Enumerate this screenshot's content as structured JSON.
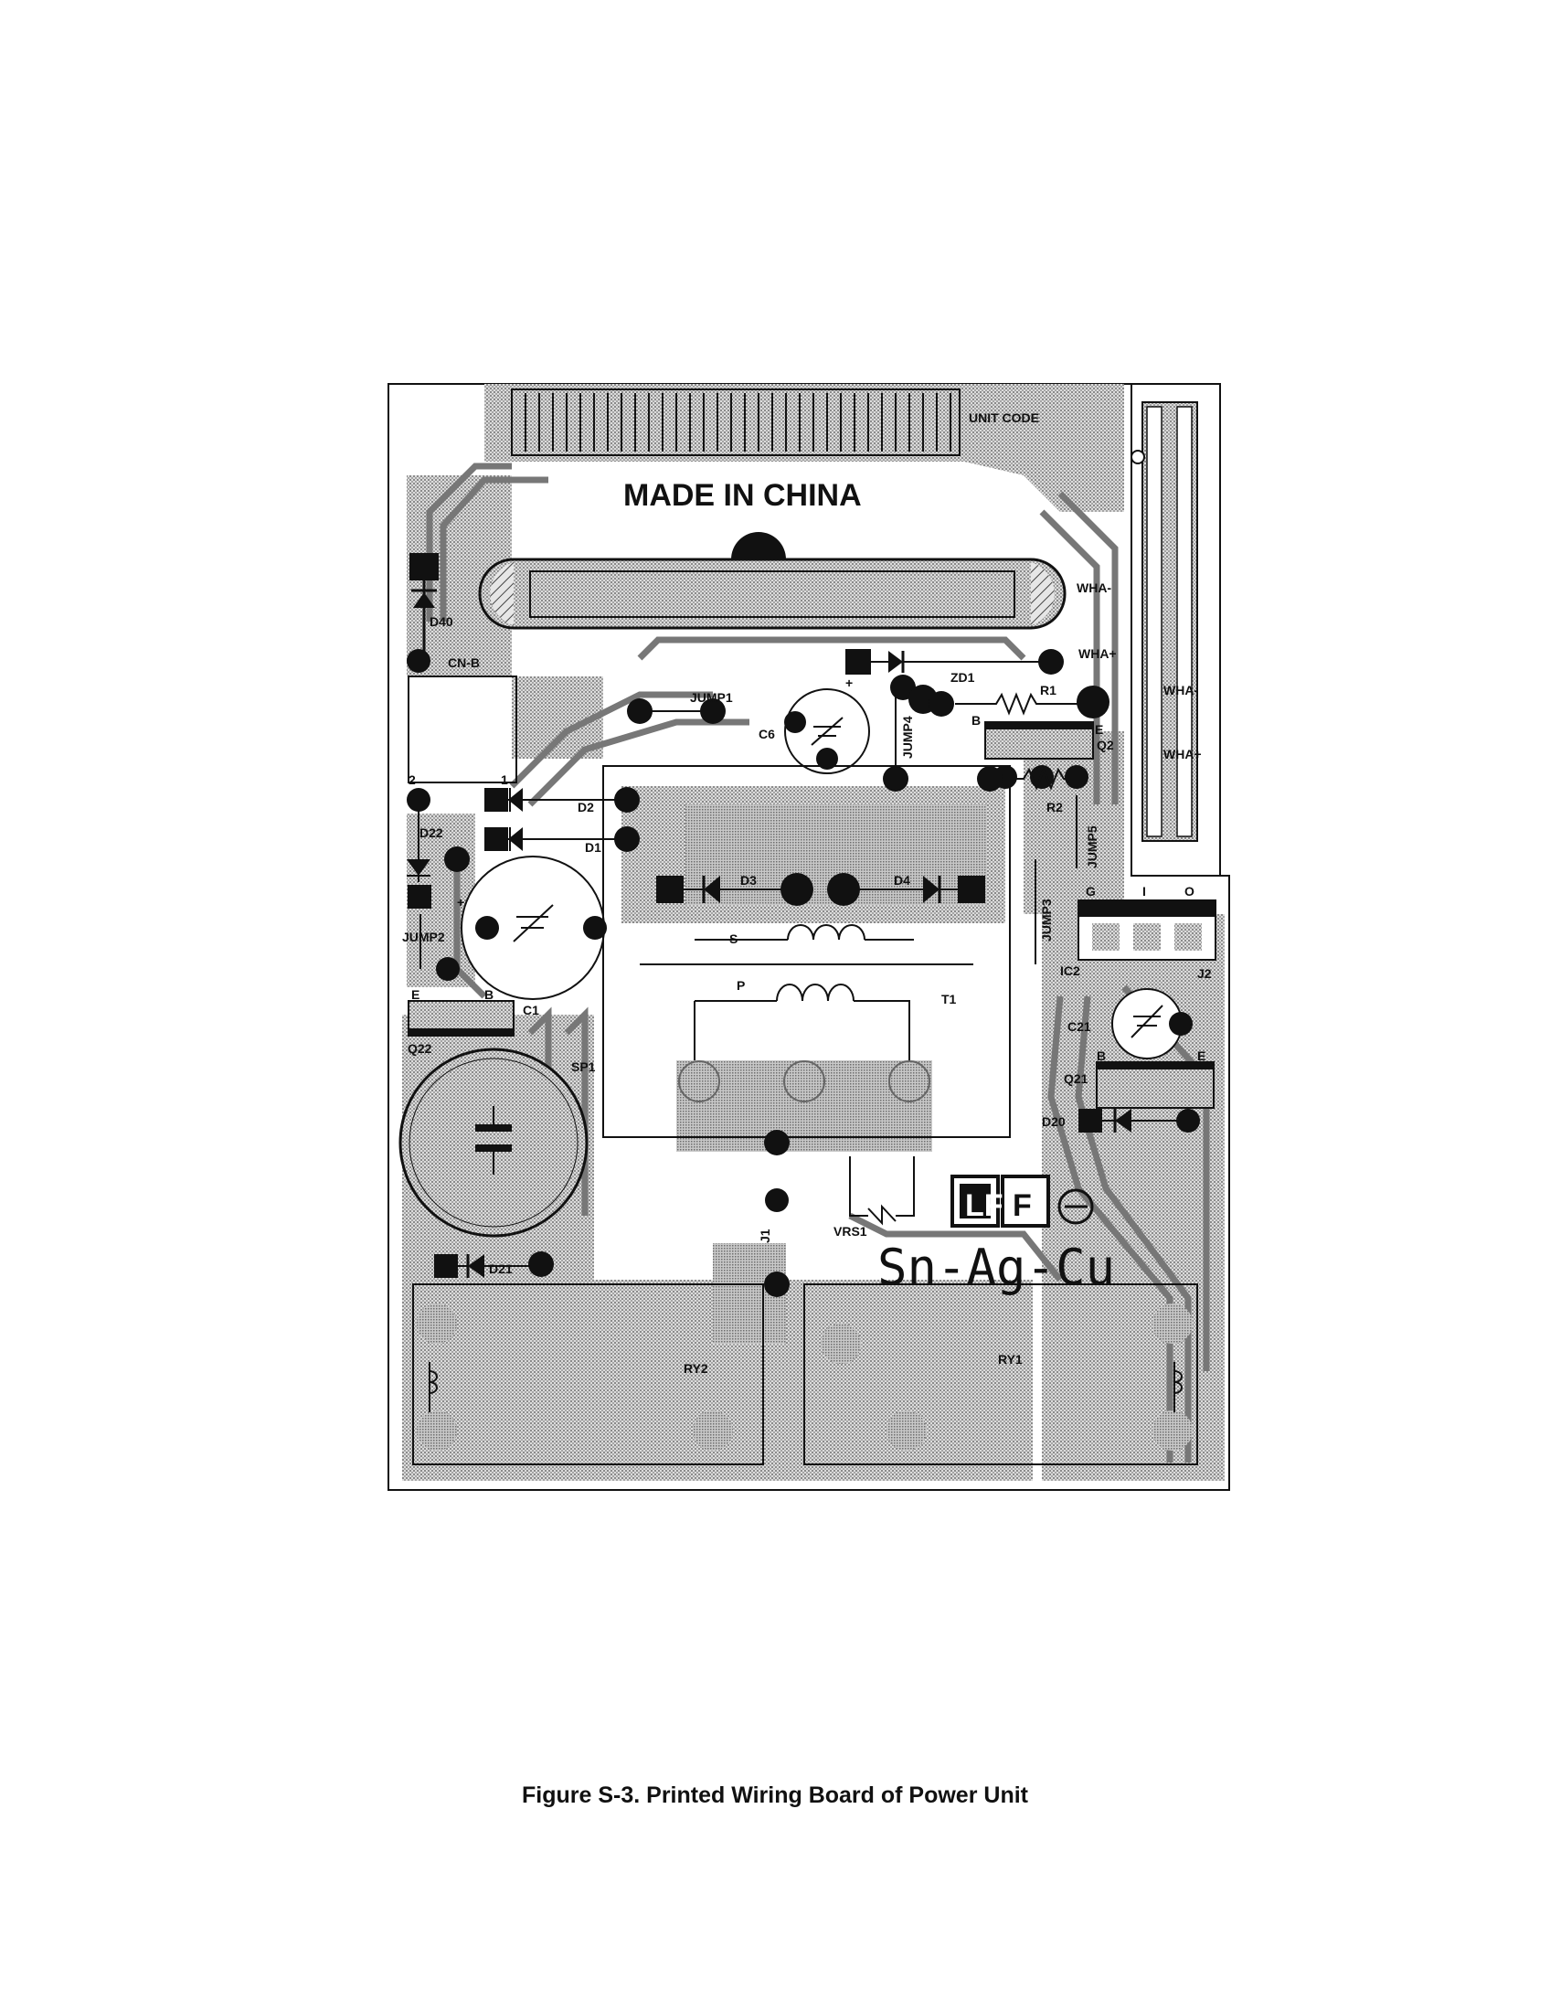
{
  "caption": "Figure S-3. Printed Wiring Board of Power Unit",
  "board": {
    "silkscreen": {
      "made_in": "MADE IN CHINA",
      "unit_code": "UNIT CODE",
      "lead_free": "LF",
      "lead_free_f": "F",
      "alloy": "Sn-Ag-Cu"
    },
    "labels": {
      "d40": "D40",
      "cnb": "CN-B",
      "jump1": "JUMP1",
      "c6": "C6",
      "jump4": "JUMP4",
      "zd1": "ZD1",
      "r1": "R1",
      "b_q2": "B",
      "e_q2": "E",
      "q2": "Q2",
      "r2": "R2",
      "wha_minus_1": "WHA-",
      "wha_plus_1": "WHA+",
      "wha_minus_2": "WHA-",
      "wha_plus_2": "WHA+",
      "d2": "D2",
      "d1": "D1",
      "d22": "D22",
      "jump2": "JUMP2",
      "c1": "C1",
      "d3": "D3",
      "d4": "D4",
      "s": "S",
      "p": "P",
      "t1": "T1",
      "jump5": "JUMP5",
      "jump3": "JUMP3",
      "ic2_g": "G",
      "ic2_i": "I",
      "ic2_o": "O",
      "ic2": "IC2",
      "j2": "J2",
      "c21": "C21",
      "b_q21": "B",
      "e_q21": "E",
      "q21": "Q21",
      "d20": "D20",
      "e_q22": "E",
      "b_q22": "B",
      "q22": "Q22",
      "sp1": "SP1",
      "d21": "D21",
      "vrs1": "VRS1",
      "j1": "J1",
      "ry2": "RY2",
      "ry1": "RY1",
      "pin2": "2",
      "pin1": "1"
    }
  }
}
